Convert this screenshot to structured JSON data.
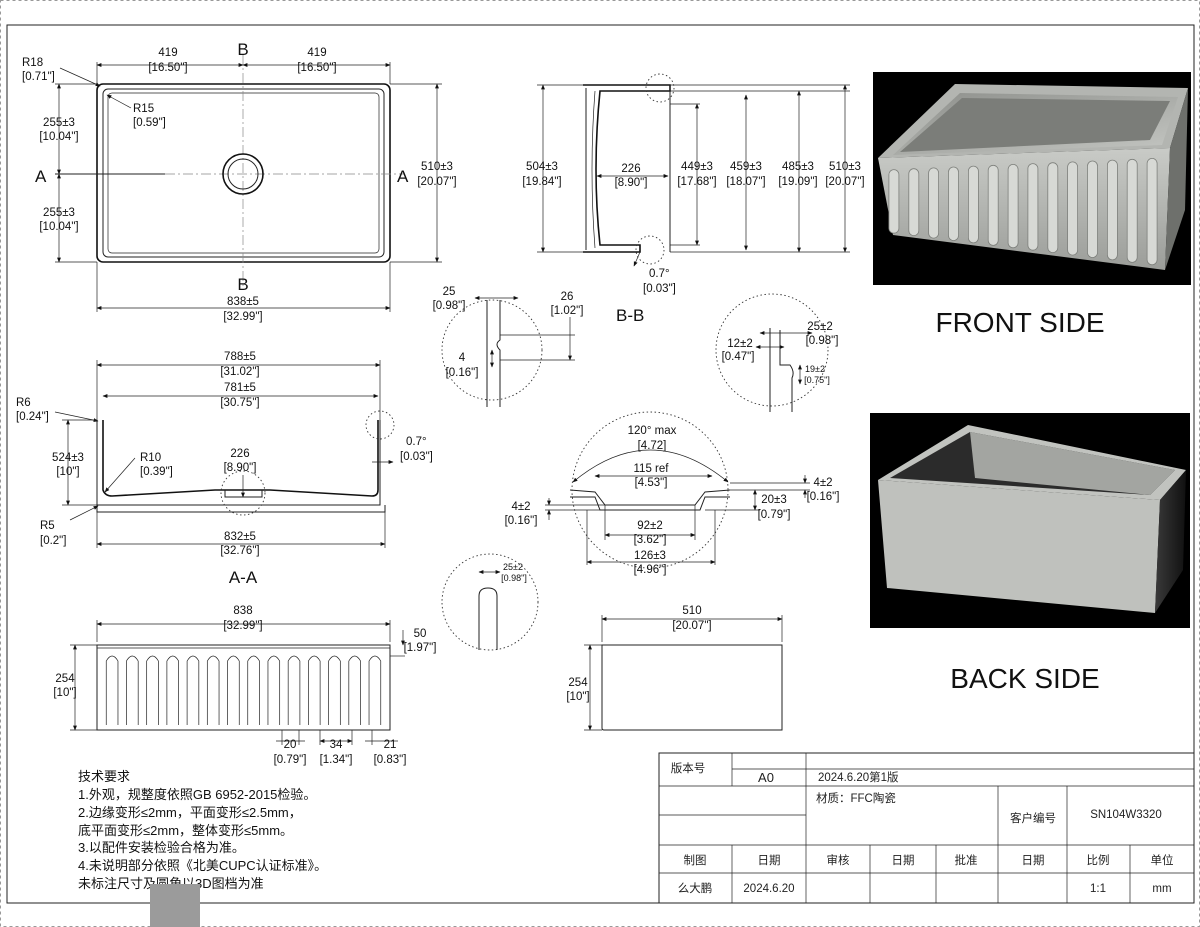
{
  "plan_view": {
    "w_half_left": "419",
    "w_half_left_in": "[16.50\"]",
    "w_half_right": "419",
    "w_half_right_in": "[16.50\"]",
    "section_b": "B",
    "section_a": "A",
    "r18": "R18",
    "r18_in": "[0.71\"]",
    "r15": "R15",
    "r15_in": "[0.59\"]",
    "h_top": "255±3",
    "h_top_in": "[10.04\"]",
    "h_bot": "255±3",
    "h_bot_in": "[10.04\"]",
    "depth": "510±3",
    "depth_in": "[20.07\"]",
    "width": "838±5",
    "width_in": "[32.99\"]"
  },
  "section_bb": {
    "title": "B-B",
    "d504": "504±3",
    "d504_in": "[19.84\"]",
    "d226": "226",
    "d226_in": "[8.90\"]",
    "d449": "449±3",
    "d449_in": "[17.68\"]",
    "d459": "459±3",
    "d459_in": "[18.07\"]",
    "d485": "485±3",
    "d485_in": "[19.09\"]",
    "d510": "510±3",
    "d510_in": "[20.07\"]",
    "angle": "0.7°",
    "angle_in": "[0.03\"]"
  },
  "detail_left": {
    "d25": "25",
    "d25_in": "[0.98\"]",
    "d26": "26",
    "d26_in": "[1.02\"]",
    "d4": "4",
    "d4_in": "[0.16\"]"
  },
  "detail_right": {
    "d12": "12±2",
    "d12_in": "[0.47\"]",
    "d25": "25±2",
    "d25_in": "[0.98\"]",
    "d19": "19±2",
    "d19_in": "[0.75\"]"
  },
  "section_aa": {
    "title": "A-A",
    "d788": "788±5",
    "d788_in": "[31.02\"]",
    "d781": "781±5",
    "d781_in": "[30.75\"]",
    "r6": "R6",
    "r6_in": "[0.24\"]",
    "d524": "524±3",
    "d524_in": "[10\"]",
    "r10": "R10",
    "r10_in": "[0.39\"]",
    "d226": "226",
    "d226_in": "[8.90\"]",
    "angle": "0.7°",
    "angle_in": "[0.03\"]",
    "r5": "R5",
    "r5_in": "[0.2\"]",
    "d832": "832±5",
    "d832_in": "[32.76\"]"
  },
  "drain_detail": {
    "angle": "120° max",
    "angle_in": "[4.72]",
    "d115": "115 ref",
    "d115_in": "[4.53\"]",
    "d4a": "4±2",
    "d4a_in": "[0.16\"]",
    "d20": "20±3",
    "d20_in": "[0.79\"]",
    "d4b": "4±2",
    "d4b_in": "[0.16\"]",
    "d92": "92±2",
    "d92_in": "[3.62\"]",
    "d126": "126±3",
    "d126_in": "[4.96\"]"
  },
  "small_detail": {
    "d25": "25±2",
    "d25_in": "[0.98\"]"
  },
  "front_elev": {
    "d838": "838",
    "d838_in": "[32.99\"]",
    "d50": "50",
    "d50_in": "[1.97\"]",
    "d254": "254",
    "d254_in": "[10\"]",
    "d20": "20",
    "d20_in": "[0.79\"]",
    "d34": "34",
    "d34_in": "[1.34\"]",
    "d21": "21",
    "d21_in": "[0.83\"]",
    "flute_count": 14
  },
  "side_elev": {
    "d510": "510",
    "d510_in": "[20.07\"]",
    "d254": "254",
    "d254_in": "[10\"]"
  },
  "renders": {
    "front_label": "FRONT  SIDE",
    "back_label": "BACK  SIDE"
  },
  "notes": {
    "title": "技术要求",
    "lines": [
      "1.外观，规整度依照GB 6952-2015检验。",
      "2.边缘变形≤2mm，平面变形≤2.5mm，",
      "底平面变形≤2mm，整体变形≤5mm。",
      "3.以配件安装检验合格为准。",
      "4.未说明部分依照《北美CUPC认证标准》。",
      "未标注尺寸及圆角以3D图档为准"
    ]
  },
  "title_block": {
    "version_label": "版本号",
    "version": "A0",
    "version_desc": "2024.6.20第1版",
    "material": "材质：FFC陶瓷",
    "customer_label": "客户编号",
    "customer_no": "SN104W3320",
    "drawn_label": "制图",
    "date_label": "日期",
    "review_label": "审核",
    "date_label2": "日期",
    "approve_label": "批准",
    "date_label3": "日期",
    "scale_label": "比例",
    "unit_label": "单位",
    "drawn_by": "么大鹏",
    "drawn_date": "2024.6.20",
    "scale": "1:1",
    "unit": "mm"
  }
}
